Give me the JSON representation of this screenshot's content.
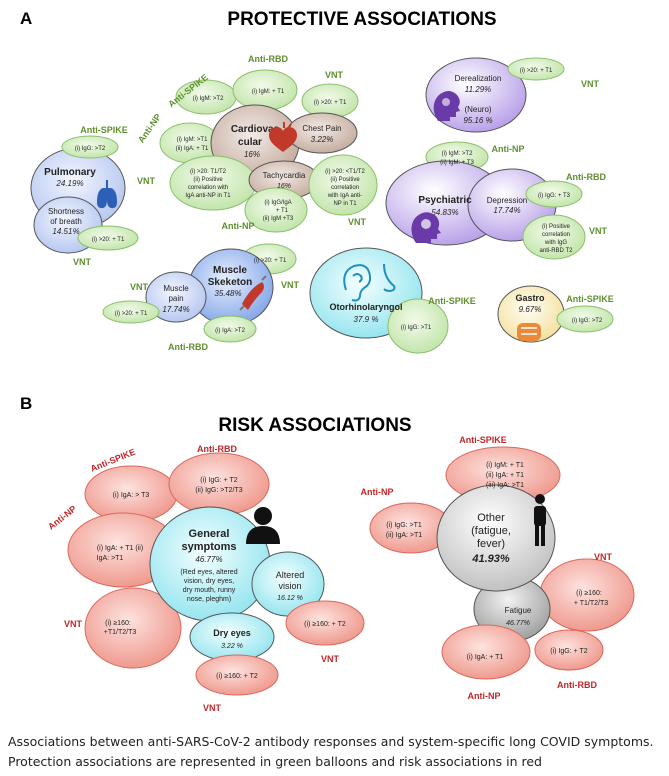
{
  "panel_a": {
    "letter": "A",
    "title": "PROTECTIVE ASSOCIATIONS",
    "systems": [
      {
        "key": "pulmonary",
        "name": "Pulmonary",
        "pct": "24.19%"
      },
      {
        "key": "sob",
        "name_lines": [
          "Shortness",
          "of breath"
        ],
        "pct": "14.51%"
      },
      {
        "key": "cardio",
        "name_lines": [
          "Cardiovas",
          "cular"
        ],
        "pct": "16%"
      },
      {
        "key": "chest",
        "name": "Chest Pain",
        "pct": "3.22%"
      },
      {
        "key": "tachy",
        "name": "Tachycardia",
        "pct": "16%"
      },
      {
        "key": "neuro_group",
        "name": "Derealization",
        "pct": "11.29%",
        "sub": "(Neuro)",
        "sub_pct": "95.16 %"
      },
      {
        "key": "psych",
        "name": "Psychiatric",
        "pct": "54.83%"
      },
      {
        "key": "depr",
        "name": "Depression",
        "pct": "17.74%"
      },
      {
        "key": "muscle",
        "name_lines": [
          "Muscle",
          "Skeketon"
        ],
        "pct": "35.48%"
      },
      {
        "key": "musclepain",
        "name_lines": [
          "Muscle",
          "pain"
        ],
        "pct": "17.74%"
      },
      {
        "key": "oto",
        "name": "Otorhinolaryngol",
        "pct": "37.9 %"
      },
      {
        "key": "gastro",
        "name": "Gastro",
        "pct": "9.67%"
      }
    ],
    "balloons": {
      "pulm_igg": "(i) IgG: >T2",
      "pulm_vnt": "(i) >20: + T1",
      "cardio_igm": "(i) IgM: >T2",
      "cardio_rbd": "(i) IgM: + T1",
      "cardio_np_1": "(i) IgM: >T1",
      "cardio_np_2": "(ii) IgA: + T1",
      "chest_vnt": "(i) >20: + T1",
      "cardio_vnt_1": "(i) >20: T1/T2",
      "cardio_vnt_2": "(ii) Positive",
      "cardio_vnt_3": "correlation with",
      "cardio_vnt_4": "IgA anti-NP in T1",
      "tachy_np_1": "(i)   IgG/IgA",
      "tachy_np_2": "+ T1",
      "tachy_np_3": "(ii)  IgM +T3",
      "tachy_vnt_1": "(i) >20: <T1/T2",
      "tachy_vnt_2": "(ii) Positive",
      "tachy_vnt_3": "correlation",
      "tachy_vnt_4": "with IgA anti-",
      "tachy_vnt_5": "NP in T1",
      "dereal_vnt": "(i) >20: + T1",
      "psych_np_1": "(i) IgM: >T2",
      "psych_np_2": "(ii) IgM: + T3",
      "depr_rbd": "(i) IgG: + T3",
      "depr_vnt_1": "(i) Positive",
      "depr_vnt_2": "correlation",
      "depr_vnt_3": "with IgG",
      "depr_vnt_4": "anti-RBD T2",
      "muscle_vnt": "(i) >20: + T1",
      "musclepain_vnt": "(i) >20: + T1",
      "muscle_rbd": "(i) IgA: >T2",
      "oto_spike": "(i) IgG: >T1",
      "gastro_spike": "(i) IgG: >T2"
    },
    "labels": {
      "anti_spike_pulm": "Anti-SPIKE",
      "vnt_pulm": "VNT",
      "vnt_pulm2": "VNT",
      "anti_spike_cardio": "Anti-SPIKE",
      "anti_rbd_cardio": "Anti-RBD",
      "anti_np_cardio": "Anti-NP",
      "vnt_chest": "VNT",
      "anti_np_tachy": "Anti-NP",
      "vnt_tachy": "VNT",
      "vnt_dereal": "VNT",
      "anti_np_psych": "Anti-NP",
      "anti_rbd_depr": "Anti-RBD",
      "vnt_depr": "VNT",
      "vnt_muscle_left": "VNT",
      "vnt_muscle_right": "VNT",
      "anti_rbd_muscle": "Anti-RBD",
      "anti_spike_oto": "Anti-SPIKE",
      "anti_spike_gastro": "Anti-SPIKE"
    }
  },
  "panel_b": {
    "letter": "B",
    "title": "RISK ASSOCIATIONS",
    "general": {
      "title_lines": [
        "General",
        "symptoms"
      ],
      "pct": "46.77%",
      "desc_lines": [
        "(Red eyes, altered",
        "vision, dry eyes,",
        "dry mouth, runny",
        "nose, pleghm)"
      ]
    },
    "altered": {
      "name_lines": [
        "Altered",
        "vision"
      ],
      "pct": "16.12 %"
    },
    "dryeyes": {
      "name": "Dry eyes",
      "pct": "3.22 %"
    },
    "other": {
      "name_lines": [
        "Other",
        "(fatigue,",
        "fever)"
      ],
      "pct": "41.93%"
    },
    "fatigue": {
      "name": "Fatigue",
      "pct": "46.77%"
    },
    "balloons": {
      "gen_spike": "(i) IgA: > T3",
      "gen_rbd_1": "(i) IgG: + T2",
      "gen_rbd_2": "(ii) IgG: >T2/T3",
      "gen_np_1": "(i) IgA: + T1 (ii)",
      "gen_np_2": "IgA: >T1",
      "gen_vnt_1": "(i) ≥160:",
      "gen_vnt_2": "+T1/T2/T3",
      "alt_vnt": "(i) ≥160: + T2",
      "dry_vnt": "(i) ≥160: + T2",
      "oth_spike_1": "(i) IgM: + T1",
      "oth_spike_2": "(ii) IgA: + T1",
      "oth_spike_3": "(iii) IgA: >T1",
      "oth_np_1": "(i) IgG: >T1",
      "oth_np_2": "(ii) IgA: >T1",
      "fat_vnt_1": "(i)   ≥160:",
      "fat_vnt_2": "+ T1/T2/T3",
      "fat_np": "(i) IgA: + T1",
      "fat_rbd": "(i) IgG: + T2"
    },
    "labels": {
      "anti_spike_gen": "Anti-SPIKE",
      "anti_rbd_gen": "Anti-RBD",
      "anti_np_gen": "Anti-NP",
      "vnt_gen": "VNT",
      "vnt_alt": "VNT",
      "vnt_dry": "VNT",
      "anti_spike_oth": "Anti-SPIKE",
      "anti_np_oth": "Anti-NP",
      "vnt_fat": "VNT",
      "anti_np_fat": "Anti-NP",
      "anti_rbd_fat": "Anti-RBD"
    }
  },
  "caption": "Associations between anti-SARS-CoV-2 antibody responses and system-specific long COVID symptoms. Protection associations are represented in green balloons and risk associations in red",
  "colors": {
    "green_label": "#5f8f2f",
    "green_fill": "#d3ecc2",
    "green_stroke": "#8cbf6c",
    "red_label": "#c0282a",
    "red_fill": "#f3b0a8",
    "red_stroke": "#d9695f"
  }
}
